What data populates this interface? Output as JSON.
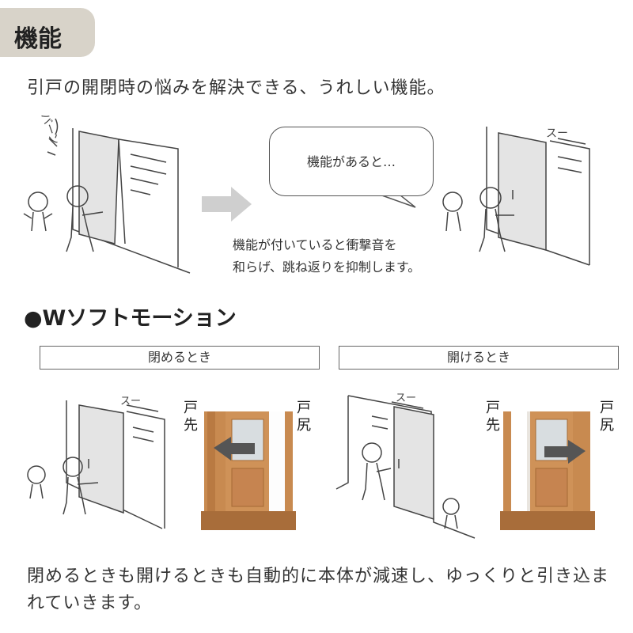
{
  "header": {
    "badge": "機能"
  },
  "subtitle": "引戸の開閉時の悩みを解決できる、うれしい機能。",
  "intro": {
    "bubble": "機能があると…",
    "description_line1": "機能が付いていると衝撃音を",
    "description_line2": "和らげ、跳ね返りを抑制します。",
    "sound_text": "スー",
    "impact_text": "バーン"
  },
  "section_title": "●Wソフトモーション",
  "close_panel": {
    "label": "閉めるとき",
    "sound_text": "スー",
    "door_front": "戸先",
    "door_back": "戸尻"
  },
  "open_panel": {
    "label": "開けるとき",
    "sound_text": "スー",
    "door_front": "戸先",
    "door_back": "戸尻"
  },
  "footer": "閉めるときも開けるときも自動的に本体が減速し、ゆっくりと引き込まれていきます。",
  "colors": {
    "badge_bg": "#d8d3c9",
    "wood": "#c88a50",
    "arrow": "#cfcfcf"
  }
}
